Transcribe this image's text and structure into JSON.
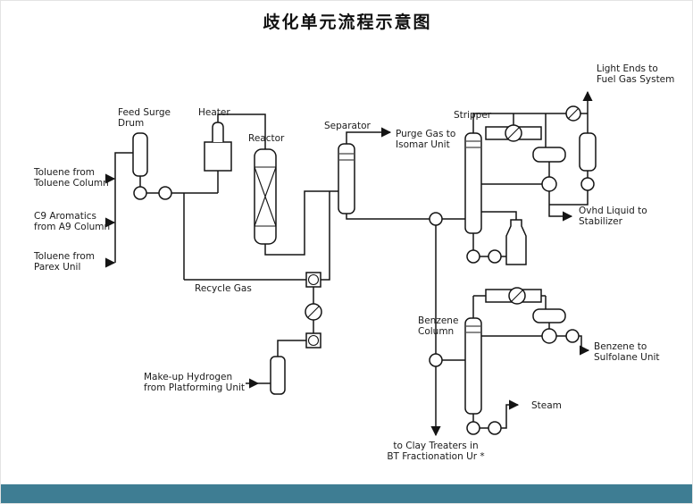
{
  "title": "歧化单元流程示意图",
  "colors": {
    "bottom_bar": "#3e7d93",
    "diagram_line": "#141414",
    "text": "#1b1b1b",
    "page_bg": "#ffffff"
  },
  "diagram": {
    "labels": {
      "feed_surge_drum": {
        "l1": "Feed Surge",
        "l2": "Drum"
      },
      "heater": {
        "l1": "Heater"
      },
      "reactor": {
        "l1": "Reactor"
      },
      "separator": {
        "l1": "Separator"
      },
      "purge_gas": {
        "l1": "Purge Gas to",
        "l2": "Isomar Unit"
      },
      "stripper": {
        "l1": "Stripper"
      },
      "light_ends": {
        "l1": "Light Ends to",
        "l2": "Fuel Gas System"
      },
      "ovhd_liquid": {
        "l1": "Ovhd Liquid to",
        "l2": "Stabilizer"
      },
      "recycle_gas": {
        "l1": "Recycle Gas"
      },
      "makeup_hydrogen": {
        "l1": "Make-up Hydrogen",
        "l2": "from Platforming Unit"
      },
      "benzene_column": {
        "l1": "Benzene",
        "l2": "Column"
      },
      "benzene_to_sulfolane": {
        "l1": "Benzene to",
        "l2": "Sulfolane Unit"
      },
      "steam": {
        "l1": "Steam"
      },
      "clay_treaters": {
        "l1": "to Clay Treaters in",
        "l2": "BT Fractionation Ur *"
      },
      "toluene_from_toluene_column": {
        "l1": "Toluene from",
        "l2": "Toluene Column"
      },
      "c9_aromatics": {
        "l1": "C9 Aromatics",
        "l2": "from A9 Column"
      },
      "toluene_from_parex": {
        "l1": "Toluene from",
        "l2": "Parex Unil"
      }
    }
  }
}
